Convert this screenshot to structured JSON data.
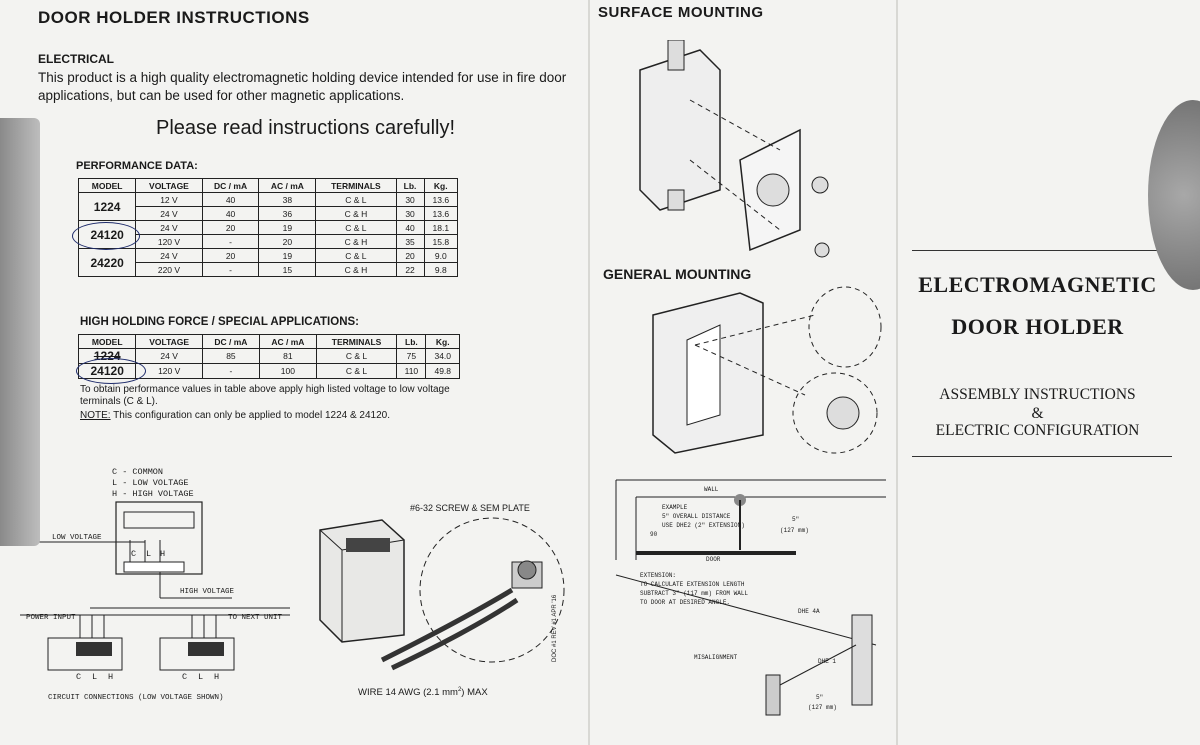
{
  "left_panel": {
    "header": "DOOR HOLDER INSTRUCTIONS",
    "electrical_heading": "ELECTRICAL",
    "electrical_text_1": "This product is a high quality electromagnetic holding device intended for use in fire door",
    "electrical_text_2": "applications, but can be used for other magnetic applications.",
    "please_read": "Please read instructions carefully!",
    "performance_heading": "PERFORMANCE DATA:",
    "table_headers": [
      "MODEL",
      "VOLTAGE",
      "DC / mA",
      "AC / mA",
      "TERMINALS",
      "Lb.",
      "Kg."
    ],
    "performance_rows": [
      {
        "model": "1224",
        "rows": [
          [
            "12 V",
            "40",
            "38",
            "C & L",
            "30",
            "13.6"
          ],
          [
            "24 V",
            "40",
            "36",
            "C & H",
            "30",
            "13.6"
          ]
        ]
      },
      {
        "model": "24120",
        "rows": [
          [
            "24 V",
            "20",
            "19",
            "C & L",
            "40",
            "18.1"
          ],
          [
            "120 V",
            "-",
            "20",
            "C & H",
            "35",
            "15.8"
          ]
        ]
      },
      {
        "model": "24220",
        "rows": [
          [
            "24 V",
            "20",
            "19",
            "C & L",
            "20",
            "9.0"
          ],
          [
            "220 V",
            "-",
            "15",
            "C & H",
            "22",
            "9.8"
          ]
        ]
      }
    ],
    "high_force_heading": "HIGH HOLDING FORCE / SPECIAL APPLICATIONS:",
    "high_force_rows": [
      [
        "1224",
        "24 V",
        "85",
        "81",
        "C & L",
        "75",
        "34.0"
      ],
      [
        "24120",
        "120 V",
        "-",
        "100",
        "C & L",
        "110",
        "49.8"
      ]
    ],
    "note_1": "To obtain performance values in table above apply high listed voltage to low voltage",
    "note_2": "terminals (C & L).",
    "note_label": "NOTE:",
    "note_3": " This configuration can only be applied to model 1224 & 24120.",
    "legend_c": "C - COMMON",
    "legend_l": "L - LOW VOLTAGE",
    "legend_h": "H - HIGH VOLTAGE",
    "low_voltage": "LOW VOLTAGE",
    "high_voltage": "HIGH VOLTAGE",
    "terminal_c": "C",
    "terminal_l": "L",
    "terminal_h": "H",
    "power_input": "POWER INPUT",
    "to_next_unit": "TO NEXT UNIT",
    "circuit_caption": "CIRCUIT CONNECTIONS (LOW VOLTAGE SHOWN)",
    "screw_label": "#6-32 SCREW & SEM PLATE",
    "wire_label_pre": "WIRE 14 AWG (2.1 mm",
    "wire_label_sup": "2",
    "wire_label_post": ") MAX",
    "doc_ref": "DOC #1 REV #1 APR '16"
  },
  "middle_panel": {
    "header": "SURFACE MOUNTING",
    "general_mounting": "GENERAL MOUNTING",
    "wall_label": "WALL",
    "door_label": "DOOR",
    "example_1": "EXAMPLE",
    "example_2": "5\" OVERALL DISTANCE",
    "example_3": "USE DHE2 (2\" EXTENSION)",
    "angle_90": "90",
    "dim_5": "5\"",
    "dim_127": "(127 mm)",
    "extension_1": "EXTENSION:",
    "extension_2": "TO CALCULATE EXTENSION LENGTH",
    "extension_3": "SUBTRACT 3\" (117 mm) FROM WALL",
    "extension_4": "TO DOOR AT DESIRED ANGLE.",
    "misalignment": "MISALIGNMENT",
    "dhe4a": "DHE 4A",
    "dhe1": "DHE 1",
    "bottom_5": "5\"",
    "bottom_127": "(127 mm)"
  },
  "right_panel": {
    "title_1": "ELECTROMAGNETIC",
    "title_2": "DOOR HOLDER",
    "subtitle_1": "ASSEMBLY INSTRUCTIONS",
    "subtitle_amp": "&",
    "subtitle_2": "ELECTRIC CONFIGURATION"
  }
}
